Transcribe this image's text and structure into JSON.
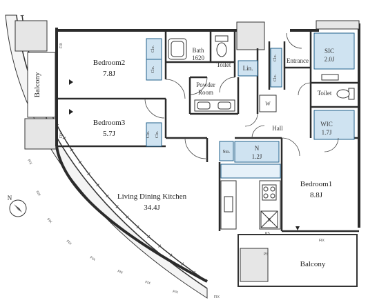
{
  "colors": {
    "wall": "#2b2b2b",
    "storage_fill": "#cfe3f1",
    "storage_stroke": "#1f5f8a",
    "column_fill": "#e6e6e6",
    "floor": "#ffffff"
  },
  "rooms": {
    "bedroom2": {
      "name": "Bedroom2",
      "area": "7.8J"
    },
    "bedroom3": {
      "name": "Bedroom3",
      "area": "5.7J"
    },
    "bedroom1": {
      "name": "Bedroom1",
      "area": "8.8J"
    },
    "ldk": {
      "name": "Living Dining Kitchen",
      "area": "34.4J"
    },
    "bath": {
      "name": "Bath",
      "size": "1620"
    },
    "powder": {
      "line1": "Powder",
      "line2": "Room"
    },
    "toilet_a": "Toilet",
    "toilet_b": "Toilet",
    "linen": "Lin.",
    "entrance": "Entrance",
    "sic": {
      "name": "SIC",
      "area": "2.0J"
    },
    "wic": {
      "name": "WIC",
      "area": "1.7J"
    },
    "n": {
      "name": "N",
      "area": "1.2J"
    },
    "storage": "Sto.",
    "hall": "Hall",
    "washer": "W",
    "fridge": "R"
  },
  "closet_label": "Clo.",
  "balcony_left": "Balcony",
  "balcony_right": "Balcony",
  "fix_labels": [
    "FIX",
    "FIX",
    "FIX",
    "FIX",
    "FIX",
    "FIX",
    "FIX",
    "FIX",
    "FIX",
    "FIX",
    "FIX",
    "FIX"
  ],
  "ps_labels": [
    "PS",
    "PS"
  ],
  "compass": {
    "letter": "N",
    "icon": "north-arrow-icon"
  }
}
